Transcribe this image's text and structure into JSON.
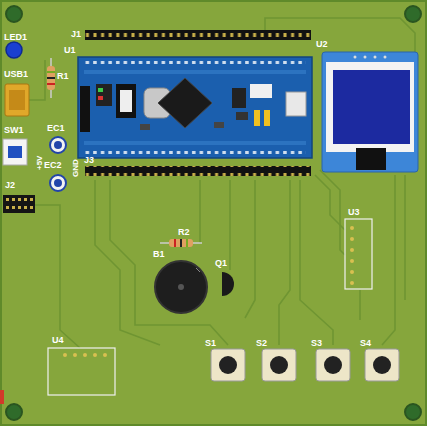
{
  "diagram": {
    "labels": [
      "J1",
      "U1",
      "LED1",
      "R1",
      "USB1",
      "SW1",
      "EC1",
      "EC2",
      "+5V",
      "GND",
      "J2",
      "J3",
      "U2",
      "U3",
      "R2",
      "B1",
      "Q1",
      "U4",
      "S1",
      "S2",
      "S3",
      "S4"
    ]
  }
}
